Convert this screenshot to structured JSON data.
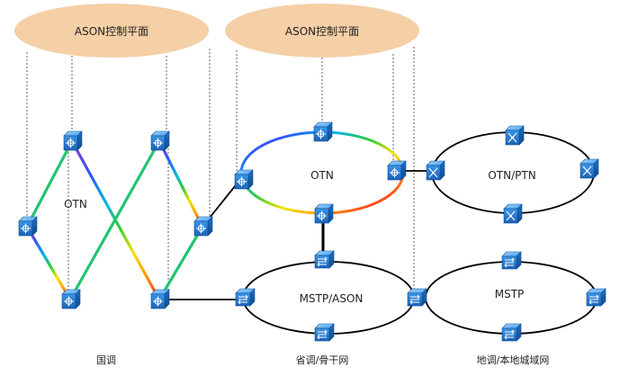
{
  "clouds": [
    {
      "id": "cloud-left",
      "label": "ASON控制平面"
    },
    {
      "id": "cloud-middle",
      "label": "ASON控制平面"
    }
  ],
  "networks": {
    "national_otn": "OTN",
    "ring_otn": "OTN",
    "otn_ptn": "OTN/PTN",
    "mstp_ason": "MSTP/ASON",
    "mstp": "MSTP"
  },
  "regions": {
    "national": "国调",
    "provincial": "省调/骨干网",
    "local": "地调/本地城域网"
  },
  "colors": {
    "cloud_fill": "#f5cfa6",
    "device_blue": "#2f86d8",
    "device_dark": "#1a5fa8",
    "link": "#000000",
    "dash": "#555555",
    "rainbow": [
      "#ff2a2a",
      "#ff9900",
      "#f2e600",
      "#33cc33",
      "#00b7e0",
      "#3355ff",
      "#9933cc"
    ]
  },
  "icons": {
    "otn_device": "otn-device-icon",
    "ptn_device": "ptn-device-icon",
    "mstp_device": "mstp-device-icon"
  }
}
